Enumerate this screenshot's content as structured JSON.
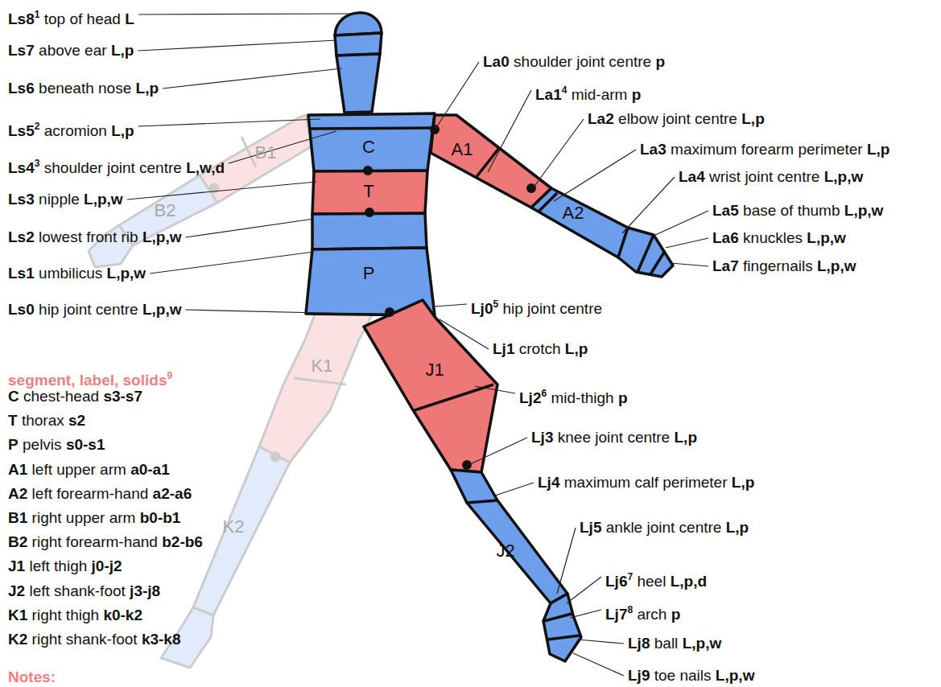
{
  "diagram": {
    "nodes": [
      {
        "text": [
          "C"
        ]
      },
      {
        "text": [
          "T"
        ]
      },
      {
        "text": [
          "P"
        ]
      },
      {
        "text": [
          "A1"
        ]
      },
      {
        "text": [
          "A2"
        ]
      },
      {
        "text": [
          "B1"
        ]
      },
      {
        "text": [
          "B2"
        ]
      },
      {
        "text": [
          "J1"
        ]
      },
      {
        "text": [
          "J2"
        ]
      },
      {
        "text": [
          "K1"
        ]
      },
      {
        "text": [
          "K2"
        ]
      }
    ],
    "labels": [
      "Ls8",
      "1",
      "top of head",
      "L",
      "Ls7",
      "above ear",
      "L,p",
      "Ls6",
      "beneath nose",
      "L,p",
      "Ls5",
      "2",
      "acromion",
      "L,p",
      "Ls4",
      "3",
      "shoulder joint centre",
      "L,w,d",
      "Ls3",
      "nipple",
      "L,p,w",
      "Ls2",
      "lowest front rib",
      "L,p,w",
      "Ls1",
      "umbilicus",
      "L,p,w",
      "Ls0",
      "hip joint centre",
      "L,p,w",
      "La0",
      "shoulder joint centre",
      "p",
      "La1",
      "4",
      "mid-arm",
      "p",
      "La2",
      "elbow joint centre",
      "L,p",
      "La3",
      "maximum forearm perimeter",
      "L,p",
      "La4",
      "wrist joint centre",
      "L,p,w",
      "La5",
      "base of thumb",
      "L,p,w",
      "La6",
      "knuckles",
      "L,p,w",
      "La7",
      "fingernails",
      "L,p,w",
      "Lj0",
      "5",
      "hip joint centre",
      "Lj1",
      "crotch",
      "L,p",
      "Lj2",
      "6",
      "mid-thigh",
      "p",
      "Lj3",
      "knee joint centre",
      "L,p",
      "Lj4",
      "maximum calf perimeter",
      "L,p",
      "Lj5",
      "ankle joint centre",
      "L,p",
      "Lj6",
      "7",
      "heel",
      "L,p,d",
      "Lj7",
      "8",
      "arch",
      "p",
      "Lj8",
      "ball",
      "L,p,w",
      "Lj9",
      "toe nails",
      "L,p,w",
      "segment, label, solids",
      "9",
      "C",
      "chest-head",
      "s3-s7",
      "T",
      "thorax",
      "s2",
      "P",
      "pelvis",
      "s0-s1",
      "A1",
      "left upper arm",
      "a0-a1",
      "A2",
      "left forearm-hand",
      "a2-a6",
      "B1",
      "right upper arm",
      "b0-b1",
      "B2",
      "right forearm-hand",
      "b2-b6",
      "J1",
      "left thigh",
      "j0-j2",
      "J2",
      "left shank-foot",
      "j3-j8",
      "K1",
      "right thigh",
      "k0-k2",
      "K2",
      "right shank-foot",
      "k3-k8",
      "Notes:"
    ]
  }
}
